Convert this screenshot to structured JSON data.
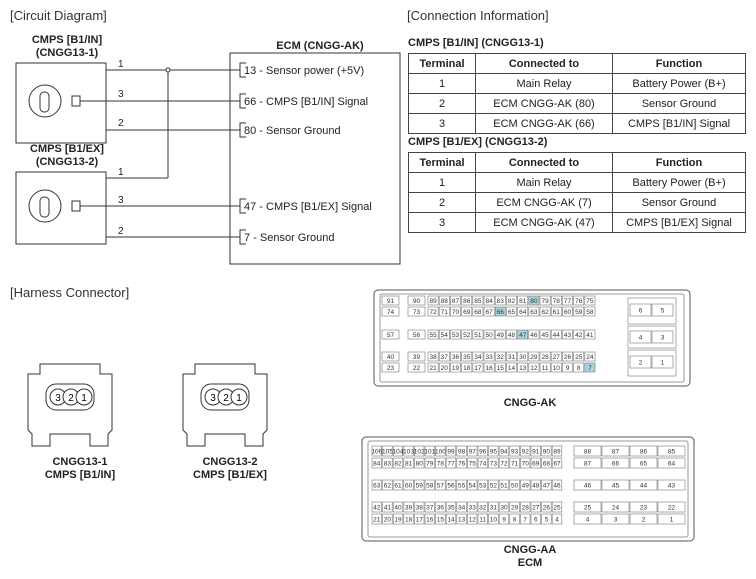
{
  "sections": {
    "circuit": "[Circuit Diagram]",
    "connection": "[Connection Information]",
    "harness": "[Harness Connector]"
  },
  "circuit": {
    "comp1_line1": "CMPS [B1/IN]",
    "comp1_line2": "(CNGG13-1)",
    "comp2_line1": "CMPS [B1/EX]",
    "comp2_line2": "(CNGG13-2)",
    "ecm_title": "ECM (CNGG-AK)",
    "wire_pins": [
      "1",
      "3",
      "2",
      "1",
      "3",
      "2"
    ],
    "ecm_pins": [
      "13 - Sensor power (+5V)",
      "66 - CMPS [B1/IN] Signal",
      "80 - Sensor Ground",
      "47 - CMPS [B1/EX] Signal",
      "7 - Sensor Ground"
    ]
  },
  "connection": {
    "headers": [
      "Terminal",
      "Connected to",
      "Function"
    ],
    "table1_title": "CMPS [B1/IN] (CNGG13-1)",
    "table1_rows": [
      [
        "1",
        "Main Relay",
        "Battery Power (B+)"
      ],
      [
        "2",
        "ECM CNGG-AK (80)",
        "Sensor Ground"
      ],
      [
        "3",
        "ECM CNGG-AK (66)",
        "CMPS [B1/IN] Signal"
      ]
    ],
    "table2_title": "CMPS [B1/EX] (CNGG13-2)",
    "table2_rows": [
      [
        "1",
        "Main Relay",
        "Battery Power (B+)"
      ],
      [
        "2",
        "ECM CNGG-AK (7)",
        "Sensor Ground"
      ],
      [
        "3",
        "ECM CNGG-AK (47)",
        "CMPS [B1/EX] Signal"
      ]
    ]
  },
  "harness": {
    "conn1_pins": [
      "3",
      "2",
      "1"
    ],
    "conn1_line1": "CNGG13-1",
    "conn1_line2": "CMPS [B1/IN]",
    "conn2_pins": [
      "3",
      "2",
      "1"
    ],
    "conn2_line1": "CNGG13-2",
    "conn2_line2": "CMPS [B1/EX]",
    "ak_label": "CNGG-AK",
    "aa_label": "CNGG-AA",
    "ecm_label": "ECM",
    "highlight_color": "#a8d4df",
    "ak_highlighted": [
      "80",
      "66",
      "47",
      "7"
    ]
  }
}
